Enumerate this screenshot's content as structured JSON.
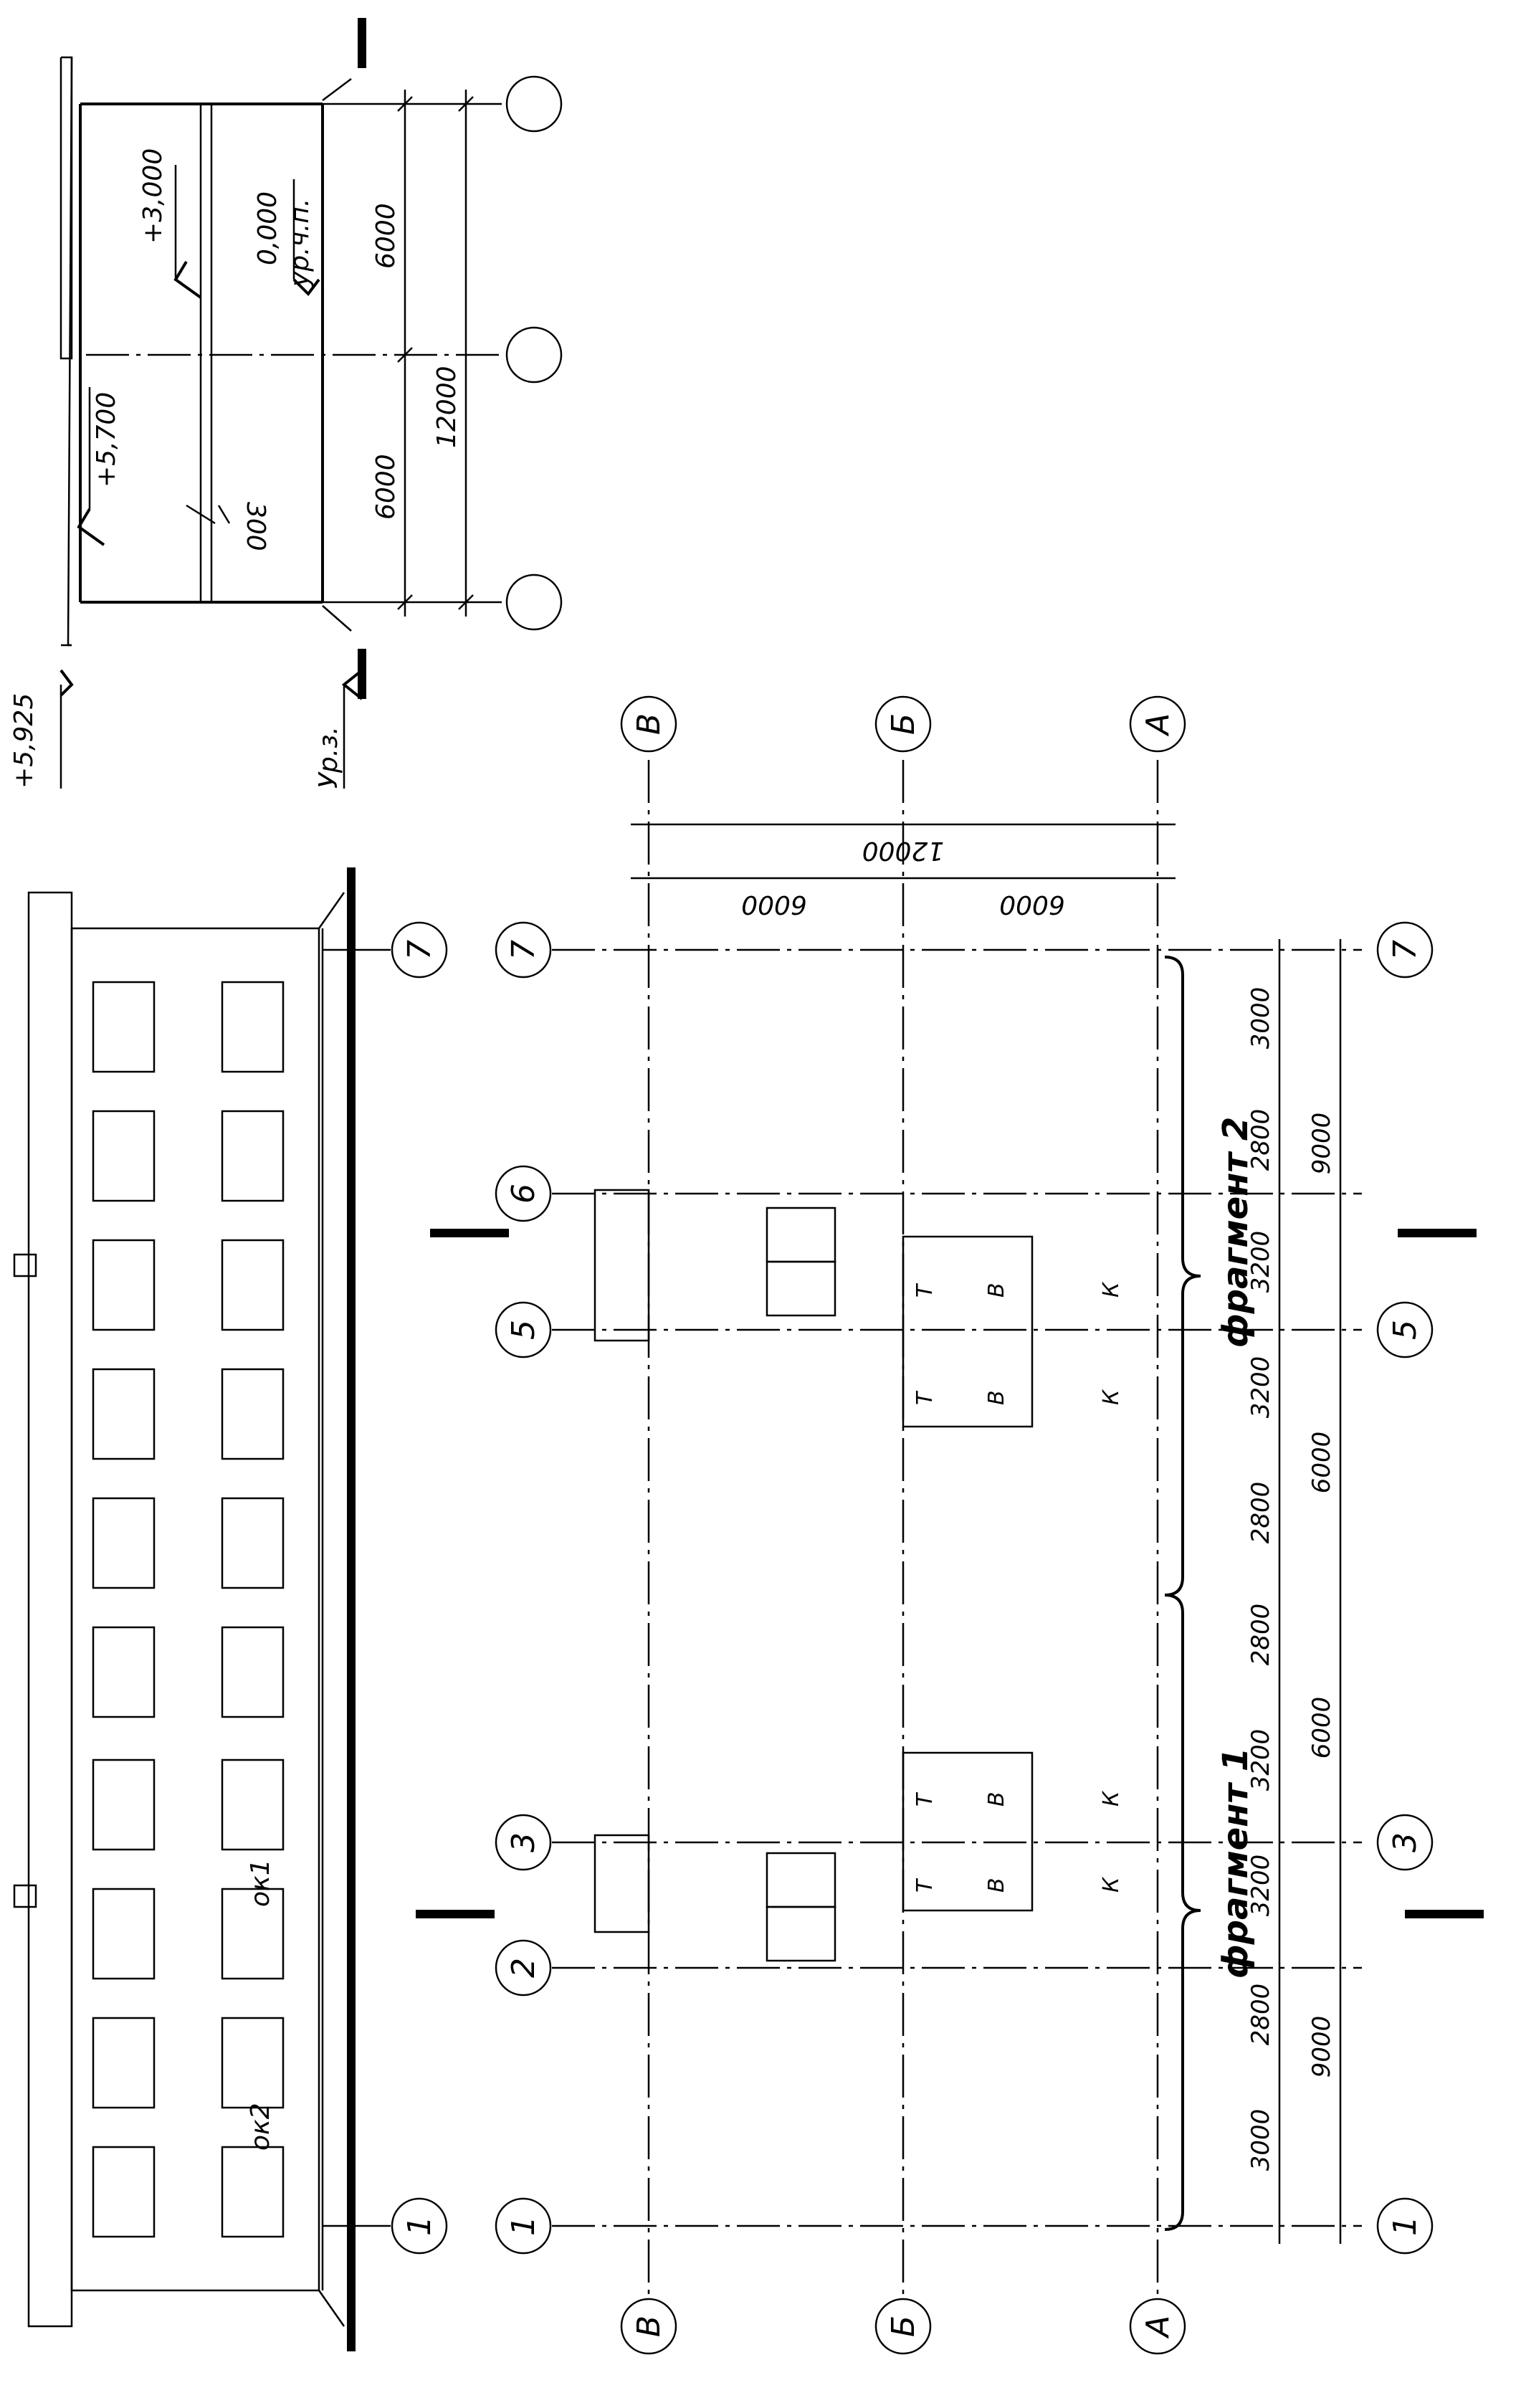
{
  "section": {
    "title_marks": [
      "+5,925",
      "+5,700",
      "+3,000",
      "0,000",
      "ур.ч.п.",
      "Ур.з."
    ],
    "dims": [
      "6000",
      "6000",
      "12000",
      "300"
    ],
    "axis_bubbles": [
      "",
      "",
      ""
    ]
  },
  "facade": {
    "window_labels": [
      "ок1",
      "ок2"
    ],
    "axis_bubbles": [
      "1",
      "7"
    ]
  },
  "plan": {
    "axes_letters": [
      "В",
      "Б",
      "А"
    ],
    "axes_numbers": [
      "1",
      "2",
      "3",
      "5",
      "6",
      "7"
    ],
    "dims_right": [
      "6000",
      "6000",
      "12000"
    ],
    "dims_bottom_row1": [
      "3000",
      "2800",
      "3200",
      "3200",
      "2800",
      "2800",
      "3200",
      "3200",
      "2800",
      "3000"
    ],
    "dims_bottom_row2": [
      "9000",
      "6000",
      "6000",
      "9000"
    ],
    "fragments": [
      "фрагмент 1",
      "фрагмент 2"
    ],
    "room_letters": [
      "Т",
      "Т",
      "В",
      "В",
      "К",
      "К"
    ]
  }
}
